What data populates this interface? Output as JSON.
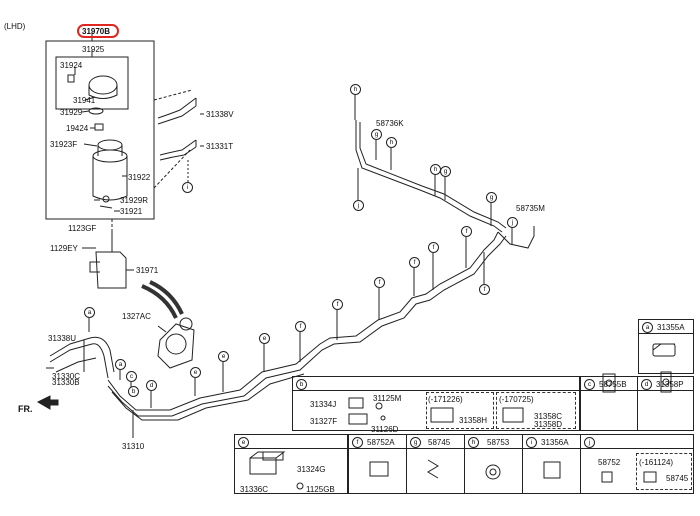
{
  "header": {
    "lhd": "(LHD)",
    "main_part": "31970B",
    "front": "FR."
  },
  "filter_assembly": {
    "p31925": "31925",
    "p31924": "31924",
    "p31941": "31941",
    "p31929": "31929",
    "p19424": "19424",
    "p31923F": "31923F",
    "p31922": "31922",
    "p31929R": "31929R",
    "p31921": "31921"
  },
  "side_parts": {
    "p31338V": "31338V",
    "p31331T": "31331T",
    "p1123GF": "1123GF",
    "p1129EY": "1129EY",
    "p31971": "31971",
    "p1327AC": "1327AC",
    "p31338U": "31338U",
    "p31330C": "31330C",
    "p31330B": "31330B",
    "p31310": "31310",
    "p58736K": "58736K",
    "p58735M": "58735M"
  },
  "callouts": {
    "a": "a",
    "b": "b",
    "c": "c",
    "d": "d",
    "e": "e",
    "f": "f",
    "g": "g",
    "h": "h",
    "i": "i",
    "j": "j"
  },
  "table_b": {
    "key": "b",
    "p31334J": "31334J",
    "p31125M": "31125M",
    "p31327F": "31327F",
    "p31126D": "31126D",
    "date1": "(-171226)",
    "p31358H": "31358H",
    "date2": "(-170725)",
    "p31358C": "31358C",
    "p31358D": "31358D"
  },
  "table_e": {
    "key": "e",
    "p31324G": "31324G",
    "p31336C": "31336C",
    "p1125GB": "1125GB"
  },
  "cells": {
    "a": {
      "key": "a",
      "part": "31355A"
    },
    "c": {
      "key": "c",
      "part": "58755B"
    },
    "d": {
      "key": "d",
      "part": "31358P"
    },
    "f": {
      "key": "f",
      "part": "58752A"
    },
    "g": {
      "key": "g",
      "part": "58745"
    },
    "h": {
      "key": "h",
      "part": "58753"
    },
    "i": {
      "key": "i",
      "part": "31356A"
    },
    "j": {
      "key": "j",
      "part": "58752",
      "date": "(-161124)",
      "part2": "58745"
    }
  }
}
